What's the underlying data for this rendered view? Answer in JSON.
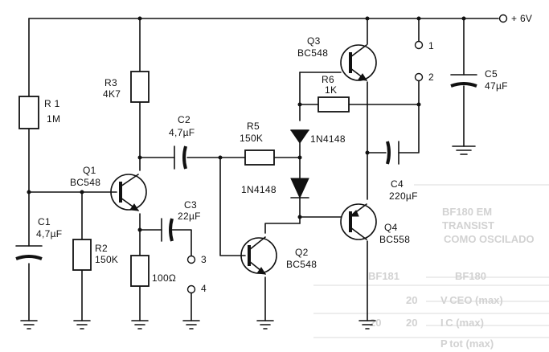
{
  "supply": {
    "label": "+ 6V"
  },
  "terminals": {
    "t1": "1",
    "t2": "2",
    "t3": "3",
    "t4": "4"
  },
  "components": {
    "r1": {
      "ref": "R 1",
      "value": "1M"
    },
    "r2": {
      "ref": "R2",
      "value": "150K"
    },
    "r3": {
      "ref": "R3",
      "value": "4K7"
    },
    "r4": {
      "value": "100Ω"
    },
    "r5": {
      "ref": "R5",
      "value": "150K"
    },
    "r6": {
      "ref": "R6",
      "value": "1K"
    },
    "c1": {
      "ref": "C1",
      "value": "4,7µF"
    },
    "c2": {
      "ref": "C2",
      "value": "4,7µF"
    },
    "c3": {
      "ref": "C3",
      "value": "22µF"
    },
    "c4": {
      "ref": "C4",
      "value": "220µF"
    },
    "c5": {
      "ref": "C5",
      "value": "47µF"
    },
    "q1": {
      "ref": "Q1",
      "type": "BC548"
    },
    "q2": {
      "ref": "Q2",
      "type": "BC548"
    },
    "q3": {
      "ref": "Q3",
      "type": "BC548"
    },
    "q4": {
      "ref": "Q4",
      "type": "BC558"
    },
    "d1": {
      "type": "1N4148"
    },
    "d2": {
      "type": "1N4148"
    }
  },
  "bleed_through": {
    "line1": "BF180  EM",
    "line2": "TRANSIST",
    "line3": "COMO OSCILADO",
    "row1": "BF180",
    "row2": "BF181",
    "vceo": "V CEO (max)",
    "ic": "I C (max)",
    "ptot": "P tot (max)",
    "num1": "20",
    "num2": "20",
    "num3": "20"
  }
}
